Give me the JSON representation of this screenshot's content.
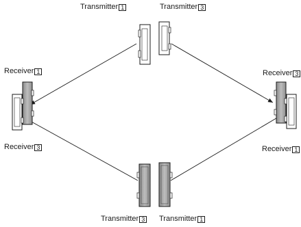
{
  "labels": {
    "top_left": {
      "text": "Transmitter",
      "num": "1"
    },
    "top_right": {
      "text": "Transmitter",
      "num": "3"
    },
    "left_upper": {
      "text": "Receiver",
      "num": "1"
    },
    "left_lower": {
      "text": "Receiver",
      "num": "3"
    },
    "right_upper": {
      "text": "Receiver",
      "num": "3"
    },
    "right_lower": {
      "text": "Receiver",
      "num": "1"
    },
    "bottom_left": {
      "text": "Transmitter",
      "num": "3"
    },
    "bottom_right": {
      "text": "Transmitter",
      "num": "1"
    }
  }
}
